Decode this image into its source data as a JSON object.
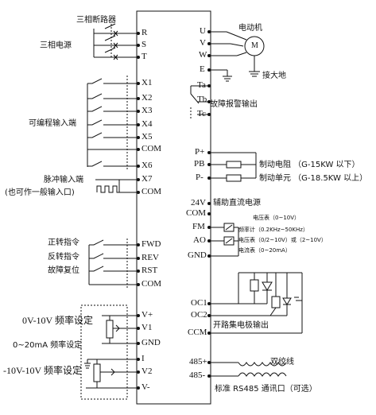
{
  "left": {
    "breaker_label": "三相断路器",
    "power_label": "三相电源",
    "prog_inputs_label": "可编程输入端",
    "pulse_label": "脉冲输入端",
    "pulse_note": "(也可作一般输入口)",
    "fwd_cmd": "正转指令",
    "rev_cmd": "反转指令",
    "reset_cmd": "故障复位",
    "v_setting": "0V-10V 频率设定",
    "i_setting": "0~20mA 频率设定",
    "bipolar_setting": "-10V-10V 频率设定"
  },
  "left_terminals": [
    "R",
    "S",
    "T",
    "X1",
    "X2",
    "X3",
    "X4",
    "X5",
    "COM",
    "X6",
    "X7",
    "COM",
    "FWD",
    "REV",
    "RST",
    "COM",
    "V+",
    "V1",
    "GND",
    "I",
    "V2",
    "V-"
  ],
  "right_terminals": [
    "U",
    "V",
    "W",
    "E",
    "Ta",
    "Tb",
    "Tc",
    "P+",
    "PB",
    "P-",
    "24V",
    "COM",
    "FM",
    "AO",
    "GND",
    "OC1",
    "OC2",
    "CCM",
    "485+",
    "485-"
  ],
  "right": {
    "motor_label": "电动机",
    "motor_symbol": "M",
    "ground_label": "接大地",
    "fault_label": "故障报警输出",
    "brake_resistor": "制动电阻 （G-15KW 以下）",
    "brake_unit": "制动单元 （G-18.5KW 以上）",
    "aux_power": "辅助直流电源",
    "voltmeter": "电压表（0~10V）",
    "freqmeter": "频率计（0.2KHz~50KHz）",
    "voltmeter2": "电压表（0/2~10V）或（2~10V）",
    "ammeter": "电流表（0~20mA）",
    "open_collector": "开路集电极输出",
    "twisted_pair": "双绞线",
    "rs485_port": "标准 RS485 通讯口（可选）"
  }
}
